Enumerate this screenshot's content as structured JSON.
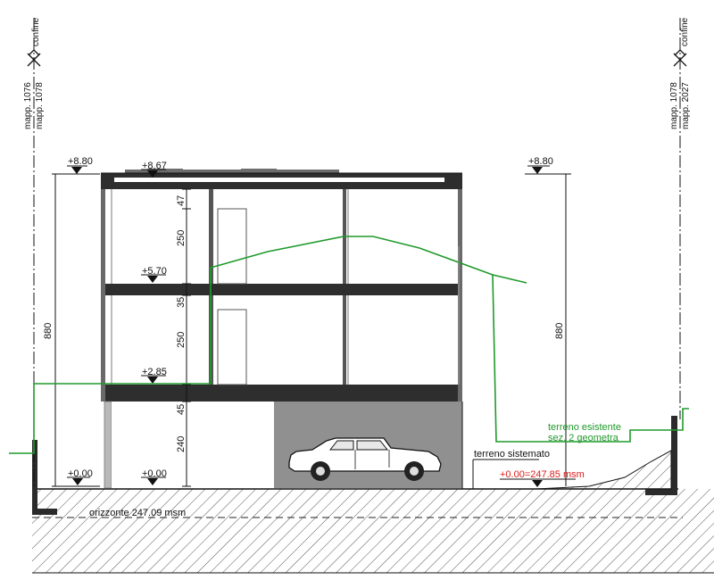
{
  "boundary": {
    "confine_left": "confine",
    "confine_right": "confine",
    "mapp_left_1": "mapp. 1076",
    "mapp_left_2": "mapp. 1078",
    "mapp_right_1": "mapp. 1078",
    "mapp_right_2": "mapp. 2027"
  },
  "levels": {
    "left_top": "+8.80",
    "right_top": "+8.80",
    "roof": "+8.67",
    "second_floor": "+5.70",
    "first_floor": "+2.85",
    "ground_left": "+0.00",
    "ground_center": "+0.00"
  },
  "dimensions": {
    "total_left": "880",
    "total_right": "880",
    "slab_top": "47",
    "floor_2": "250",
    "slab_mid": "35",
    "floor_1": "250",
    "slab_low": "45",
    "ground_floor": "240"
  },
  "terrain": {
    "existing_1": "terreno esistente",
    "existing_2": "sez. 2 geometra",
    "finished": "terreno sistemato",
    "reference": "+0.00=247.85 msm",
    "horizon": "orizzonte 247.09 msm"
  },
  "colors": {
    "existing_terrain": "#1f9a2b",
    "reference_text": "#e01818",
    "garage_fill": "#909090",
    "slab": "#2e2e2e"
  }
}
